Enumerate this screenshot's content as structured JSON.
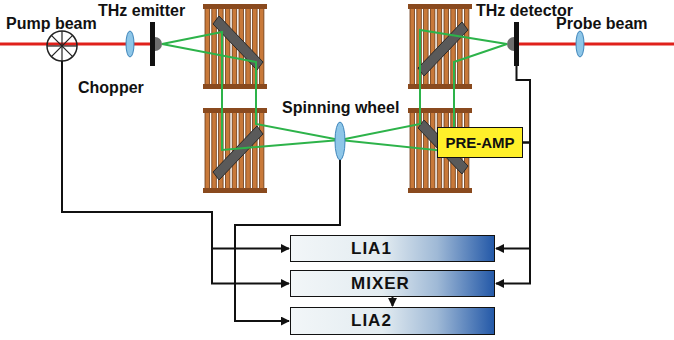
{
  "diagram": {
    "nodes": [
      {
        "text": [
          "PRE-AMP"
        ]
      },
      {
        "text": [
          "LIA1"
        ]
      },
      {
        "text": [
          "MIXER"
        ]
      },
      {
        "text": [
          "LIA2"
        ]
      }
    ],
    "edges": [
      {
        "from": 0,
        "to": 1,
        "arrow": "to"
      },
      {
        "from": 0,
        "to": 2,
        "arrow": "to"
      },
      {
        "from": 2,
        "to": 3,
        "arrow": "to"
      }
    ],
    "labels": [
      "Pump beam",
      "THz emitter",
      "Chopper",
      "Spinning wheel",
      "THz detector",
      "Probe beam"
    ]
  }
}
